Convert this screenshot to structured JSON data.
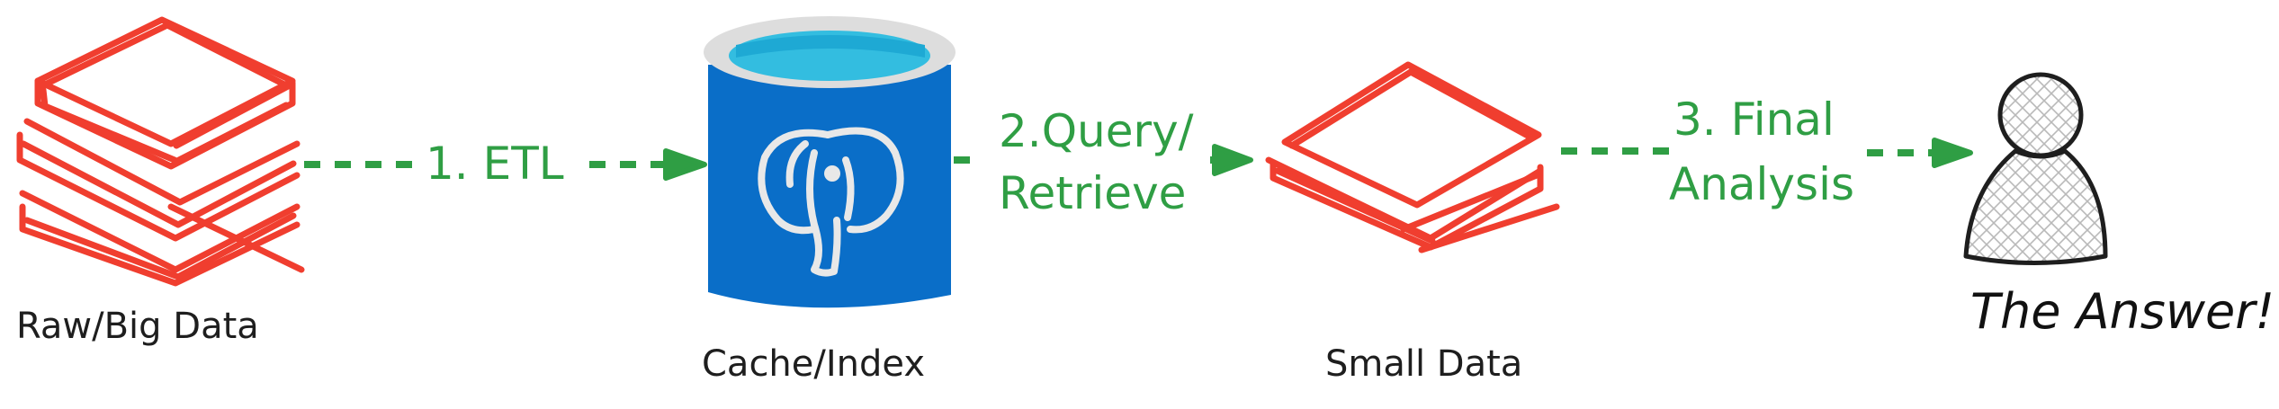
{
  "colors": {
    "edge": "#2f9e44",
    "data_stack": "#f03e2f",
    "cylinder_body": "#0a6ec8",
    "cylinder_top_rim": "#dddddd",
    "cylinder_liquid": "#33bde0",
    "elephant": "#e8e8e8",
    "person": "#1e1e1e"
  },
  "nodes": {
    "raw": {
      "label": "Raw/Big Data",
      "icon": "stacked-books-icon"
    },
    "cache": {
      "label": "Cache/Index",
      "icon": "postgres-database-cylinder-icon"
    },
    "small": {
      "label": "Small Data",
      "icon": "flat-stack-icon"
    },
    "answer": {
      "label": "The Answer!",
      "icon": "person-icon"
    }
  },
  "edges": [
    {
      "from": "raw",
      "to": "cache",
      "label_lines": [
        "1. ETL"
      ]
    },
    {
      "from": "cache",
      "to": "small",
      "label_lines": [
        "2.Query/",
        "Retrieve"
      ]
    },
    {
      "from": "small",
      "to": "answer",
      "label_lines": [
        "3. Final",
        "Analysis"
      ]
    }
  ]
}
